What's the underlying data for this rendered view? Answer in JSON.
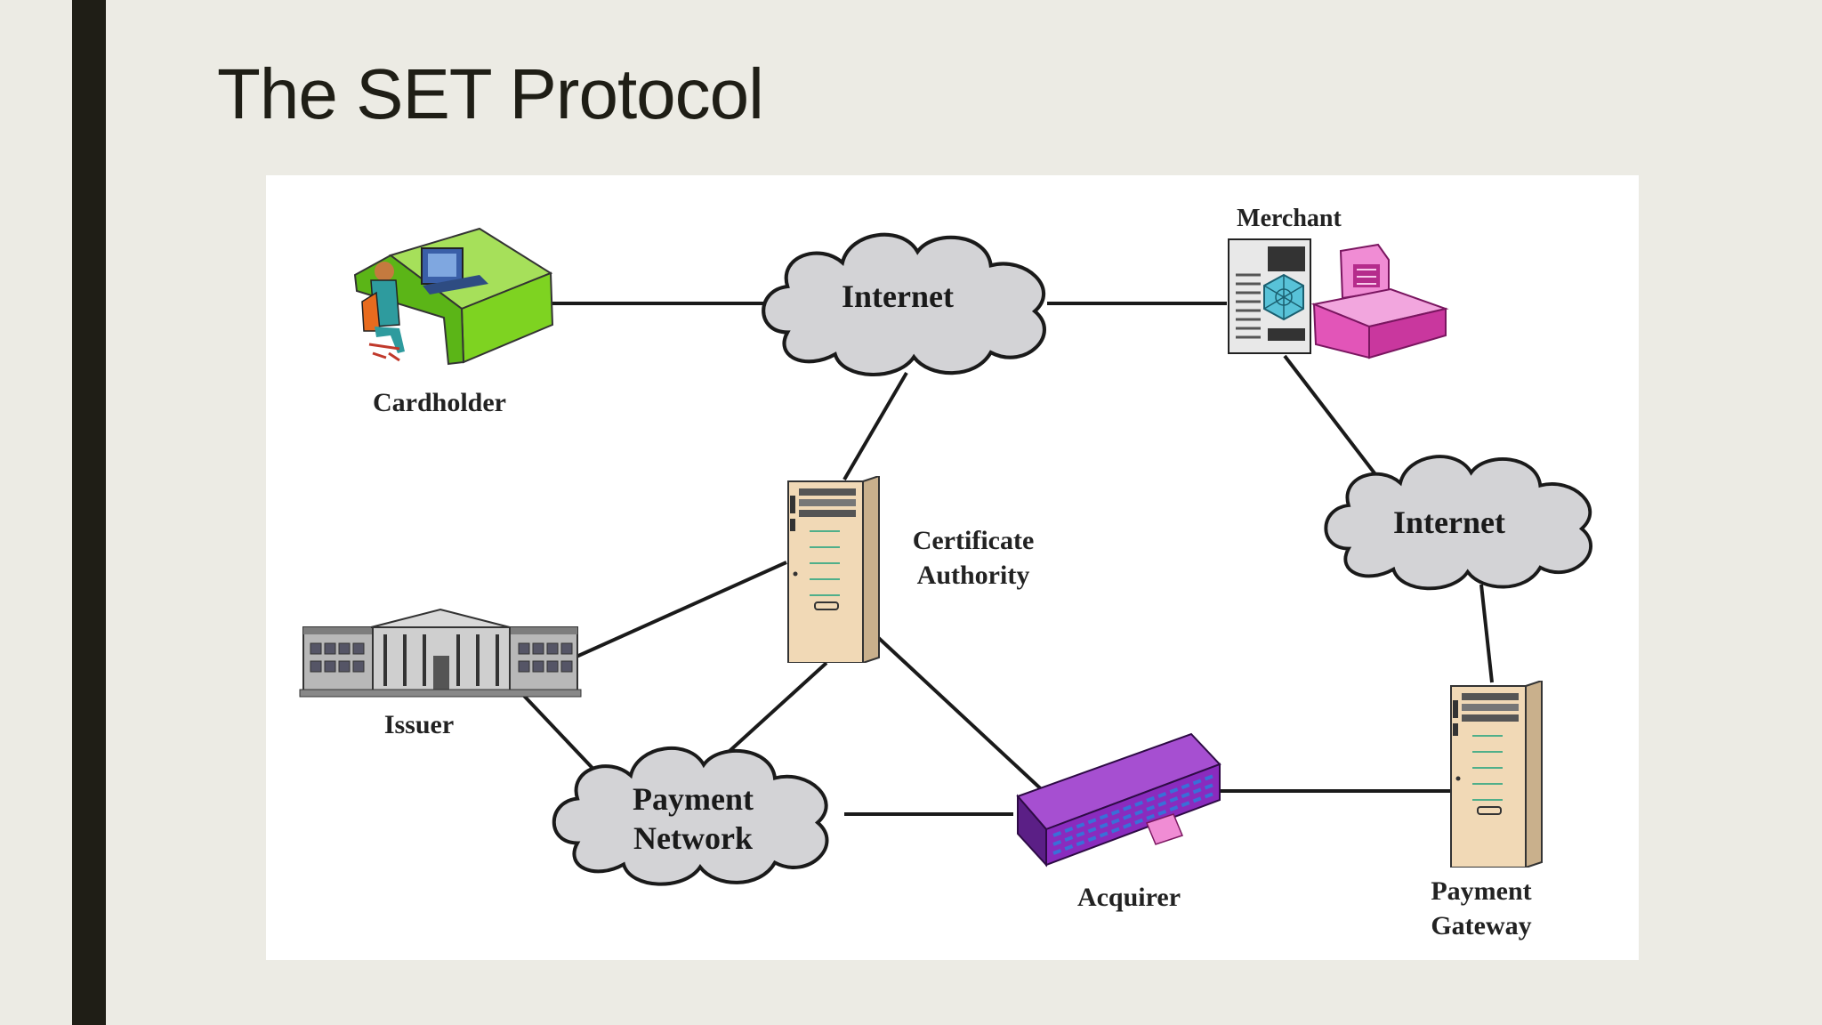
{
  "slide": {
    "title": "The SET Protocol"
  },
  "diagram": {
    "nodes": {
      "cardholder": "Cardholder",
      "merchant": "Merchant",
      "internet_top": "Internet",
      "internet_right": "Internet",
      "certificate_authority_line1": "Certificate",
      "certificate_authority_line2": "Authority",
      "issuer": "Issuer",
      "payment_network_line1": "Payment",
      "payment_network_line2": "Network",
      "acquirer": "Acquirer",
      "payment_gateway_line1": "Payment",
      "payment_gateway_line2": "Gateway"
    },
    "connections": [
      [
        "Cardholder",
        "Internet"
      ],
      [
        "Internet",
        "Merchant"
      ],
      [
        "Internet",
        "Certificate Authority"
      ],
      [
        "Merchant",
        "Internet"
      ],
      [
        "Internet",
        "Payment Gateway"
      ],
      [
        "Issuer",
        "Certificate Authority"
      ],
      [
        "Issuer",
        "Payment Network"
      ],
      [
        "Certificate Authority",
        "Payment Network"
      ],
      [
        "Certificate Authority",
        "Acquirer"
      ],
      [
        "Payment Network",
        "Acquirer"
      ],
      [
        "Acquirer",
        "Payment Gateway"
      ]
    ],
    "icons": {
      "cardholder": "person-at-computer-desk-icon",
      "merchant_storefront": "web-storefront-icon",
      "merchant_register": "cash-register-icon",
      "certificate_authority": "server-tower-icon",
      "issuer": "bank-building-icon",
      "acquirer": "office-building-icon",
      "payment_gateway": "server-tower-icon",
      "cloud": "cloud-icon"
    },
    "colors": {
      "cloud_fill": "#D3D3D6",
      "server_fill": "#F1D9B6",
      "desk_green": "#7ED321",
      "register_pink": "#E255B8",
      "acquirer_purple": "#8A2BBE"
    }
  }
}
